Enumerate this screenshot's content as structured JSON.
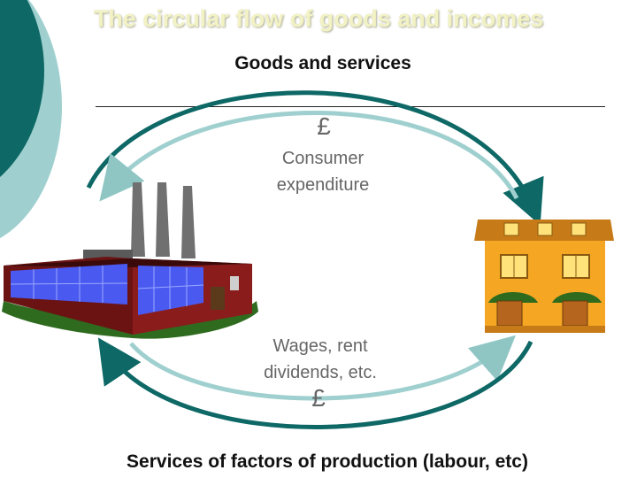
{
  "title": "The circular flow of goods and incomes",
  "goods_label": "Goods and services",
  "currency_top": "£",
  "consumer_label": [
    "Consumer",
    "expenditure"
  ],
  "wages_label": [
    "Wages, rent",
    "dividends, etc."
  ],
  "currency_bottom": "£",
  "services_label": "Services of factors of production (labour, etc)",
  "colors": {
    "dark_teal": "#0e6866",
    "light_teal": "#9fd0cf",
    "title": "#f2f2c4",
    "factory_wall": "#8b1c1c",
    "factory_window": "#4a5af0",
    "house": "#f5a623",
    "ground": "#2e6b1f"
  },
  "icons": {
    "firm": "factory-icon",
    "household": "house-icon"
  }
}
